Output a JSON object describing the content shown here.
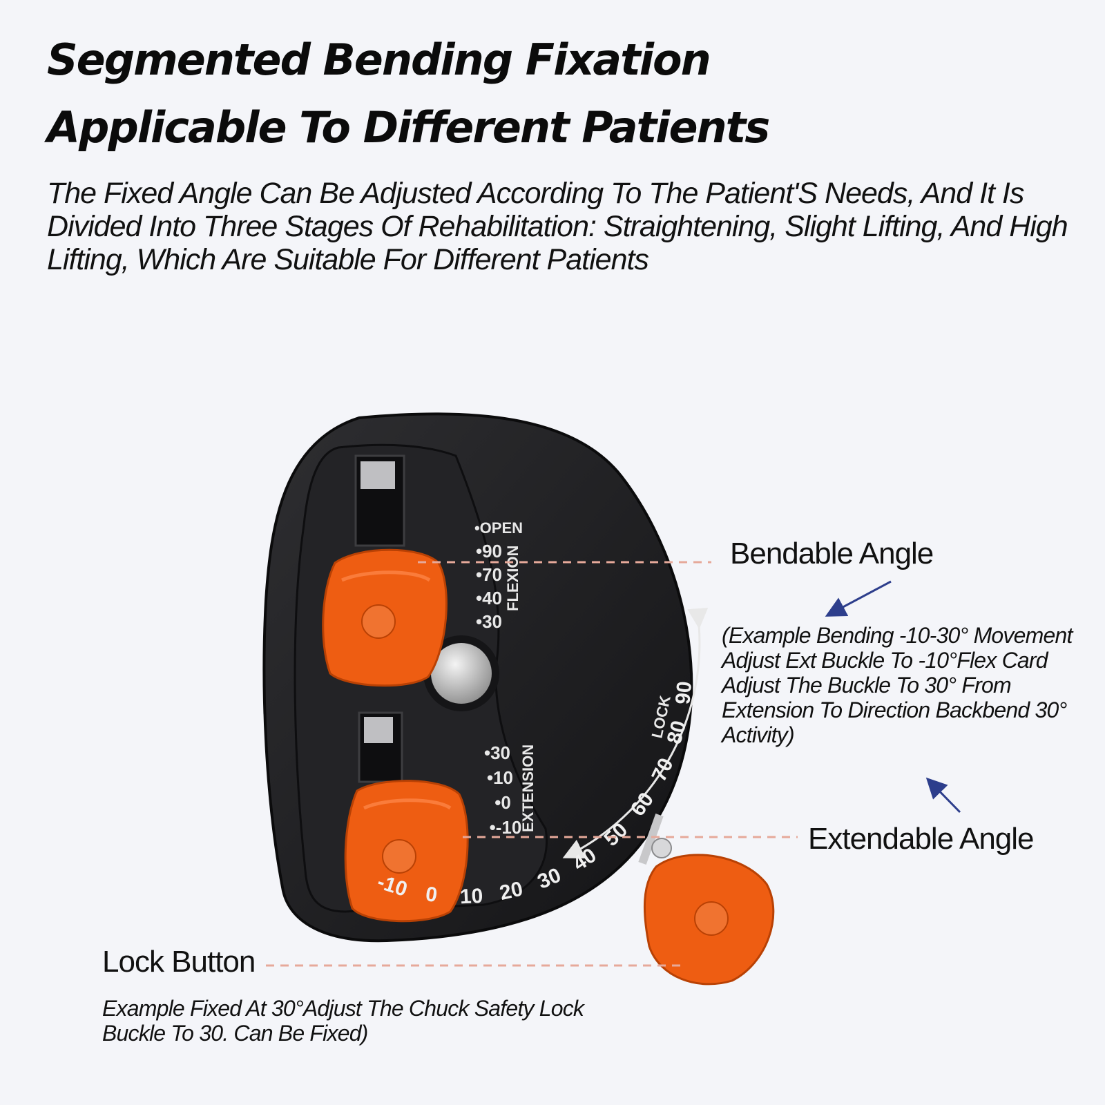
{
  "headline": {
    "line1": "Segmented Bending Fixation",
    "line2": "Applicable To Different Patients"
  },
  "description": "The Fixed Angle Can Be Adjusted According To The Patient'S Needs, And It Is Divided Into Three Stages Of Rehabilitation: Straightening, Slight Lifting, And High Lifting, Which Are Suitable For Different Patients",
  "callouts": {
    "bendable": {
      "title": "Bendable Angle",
      "note": "(Example Bending -10-30° Movement Adjust Ext Buckle To -10°Flex Card Adjust The Buckle To 30° From Extension To Direction Backbend 30° Activity)"
    },
    "extendable": {
      "title": "Extendable Angle"
    },
    "lock": {
      "title": "Lock Button",
      "note": "Example Fixed At 30°Adjust The Chuck Safety Lock Buckle To 30. Can Be Fixed)"
    }
  },
  "device": {
    "flexion_label": "FLEXION",
    "flexion_marks": [
      "OPEN",
      "90",
      "70",
      "40",
      "30"
    ],
    "extension_label": "EXTENSION",
    "extension_marks": [
      "30",
      "10",
      "0",
      "-10"
    ],
    "dial_marks": [
      "-10",
      "0",
      "10",
      "20",
      "30",
      "40",
      "50",
      "60",
      "70",
      "80",
      "90"
    ],
    "lock_label": "LOCK",
    "colors": {
      "body": "#1c1c1e",
      "buckle": "#ee5d12",
      "leader_line": "#e6a99a",
      "arrow": "#2d3e8c"
    }
  }
}
